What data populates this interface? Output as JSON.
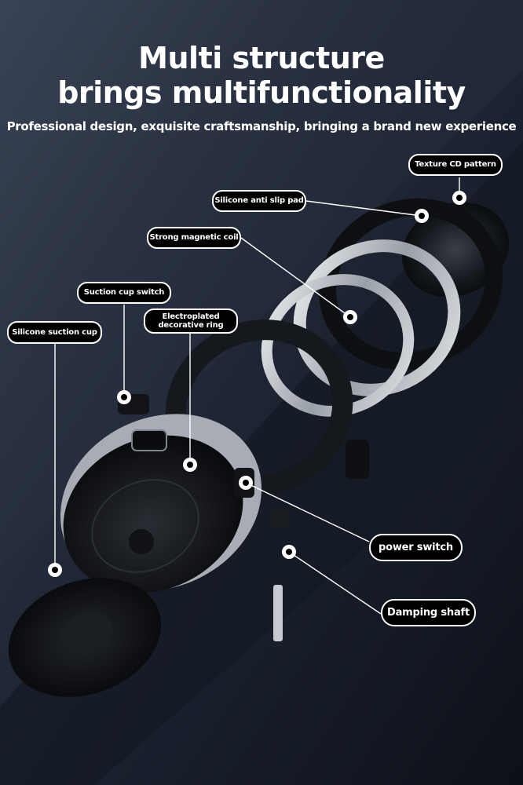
{
  "header": {
    "title_line1": "Multi structure",
    "title_line2": "brings multifunctionality",
    "subtitle": "Professional design, exquisite craftsmanship, bringing a brand new experience"
  },
  "callouts": {
    "texture_cd_pattern": "Texture CD pattern",
    "silicone_anti_slip_pad": "Silicone anti slip pad",
    "strong_magnetic_coil": "Strong magnetic coil",
    "suction_cup_switch": "Suction cup switch",
    "electroplated_ring_line1": "Electroplated",
    "electroplated_ring_line2": "decorative ring",
    "silicone_suction_cup": "Silicone suction cup",
    "power_switch": "power switch",
    "damping_shaft": "Damping shaft"
  },
  "colors": {
    "background": "#1d2330",
    "label_bg": "#000000",
    "label_text": "#ffffff",
    "callout_line": "#ffffff"
  }
}
